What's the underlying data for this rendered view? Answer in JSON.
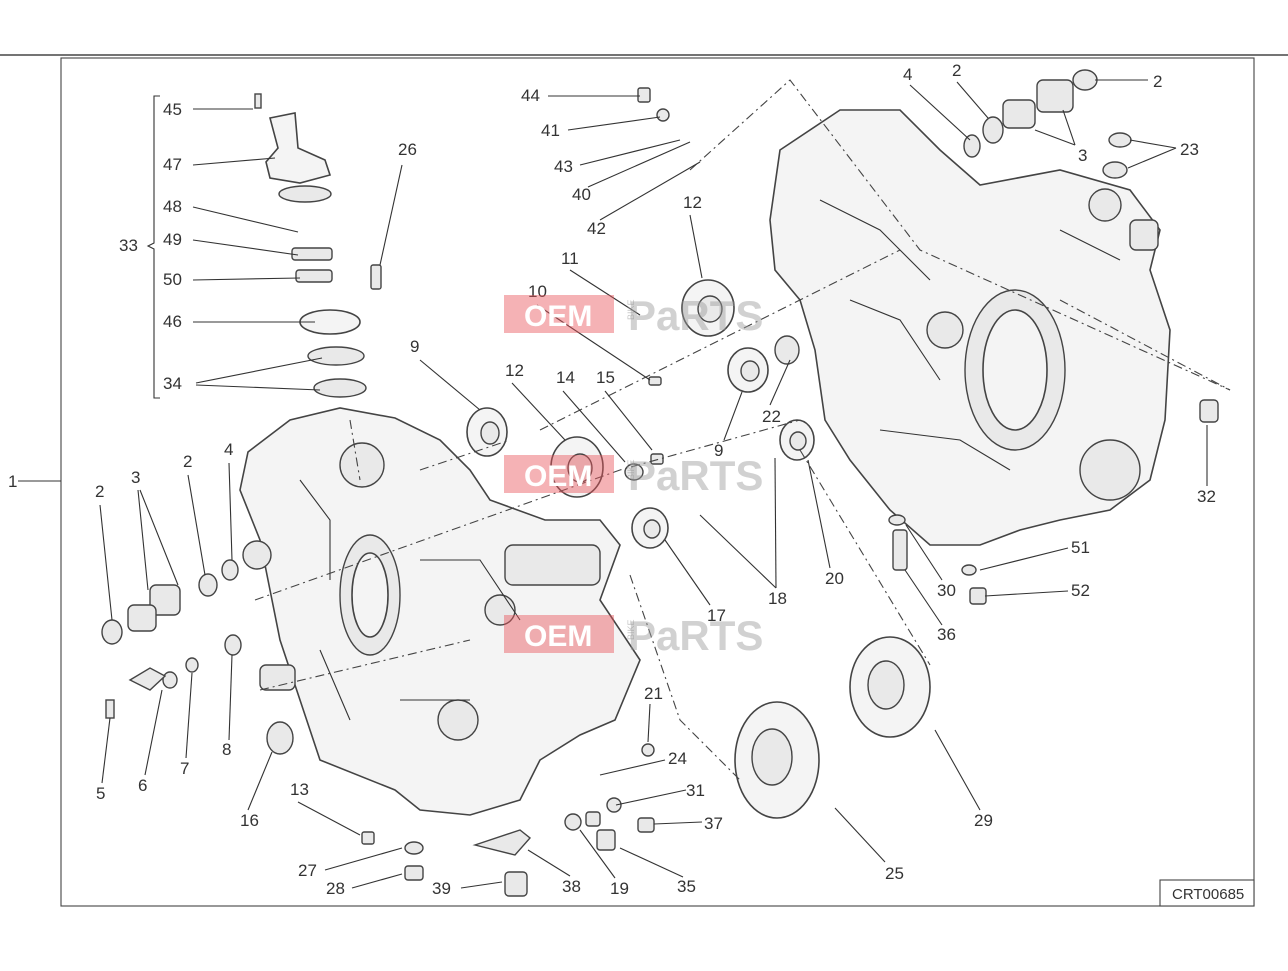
{
  "diagram": {
    "reference_code": "CRT00685",
    "watermark": {
      "brand": "OEM",
      "small": "BIKE",
      "word": "PaRTS"
    },
    "labels": [
      "1",
      "2",
      "3",
      "4",
      "5",
      "6",
      "7",
      "8",
      "9",
      "10",
      "11",
      "12",
      "13",
      "14",
      "15",
      "16",
      "17",
      "18",
      "19",
      "20",
      "21",
      "22",
      "23",
      "24",
      "25",
      "26",
      "27",
      "28",
      "29",
      "30",
      "31",
      "32",
      "33",
      "34",
      "35",
      "36",
      "37",
      "38",
      "39",
      "40",
      "41",
      "42",
      "43",
      "44",
      "45",
      "46",
      "47",
      "48",
      "49",
      "50",
      "51",
      "52"
    ]
  }
}
